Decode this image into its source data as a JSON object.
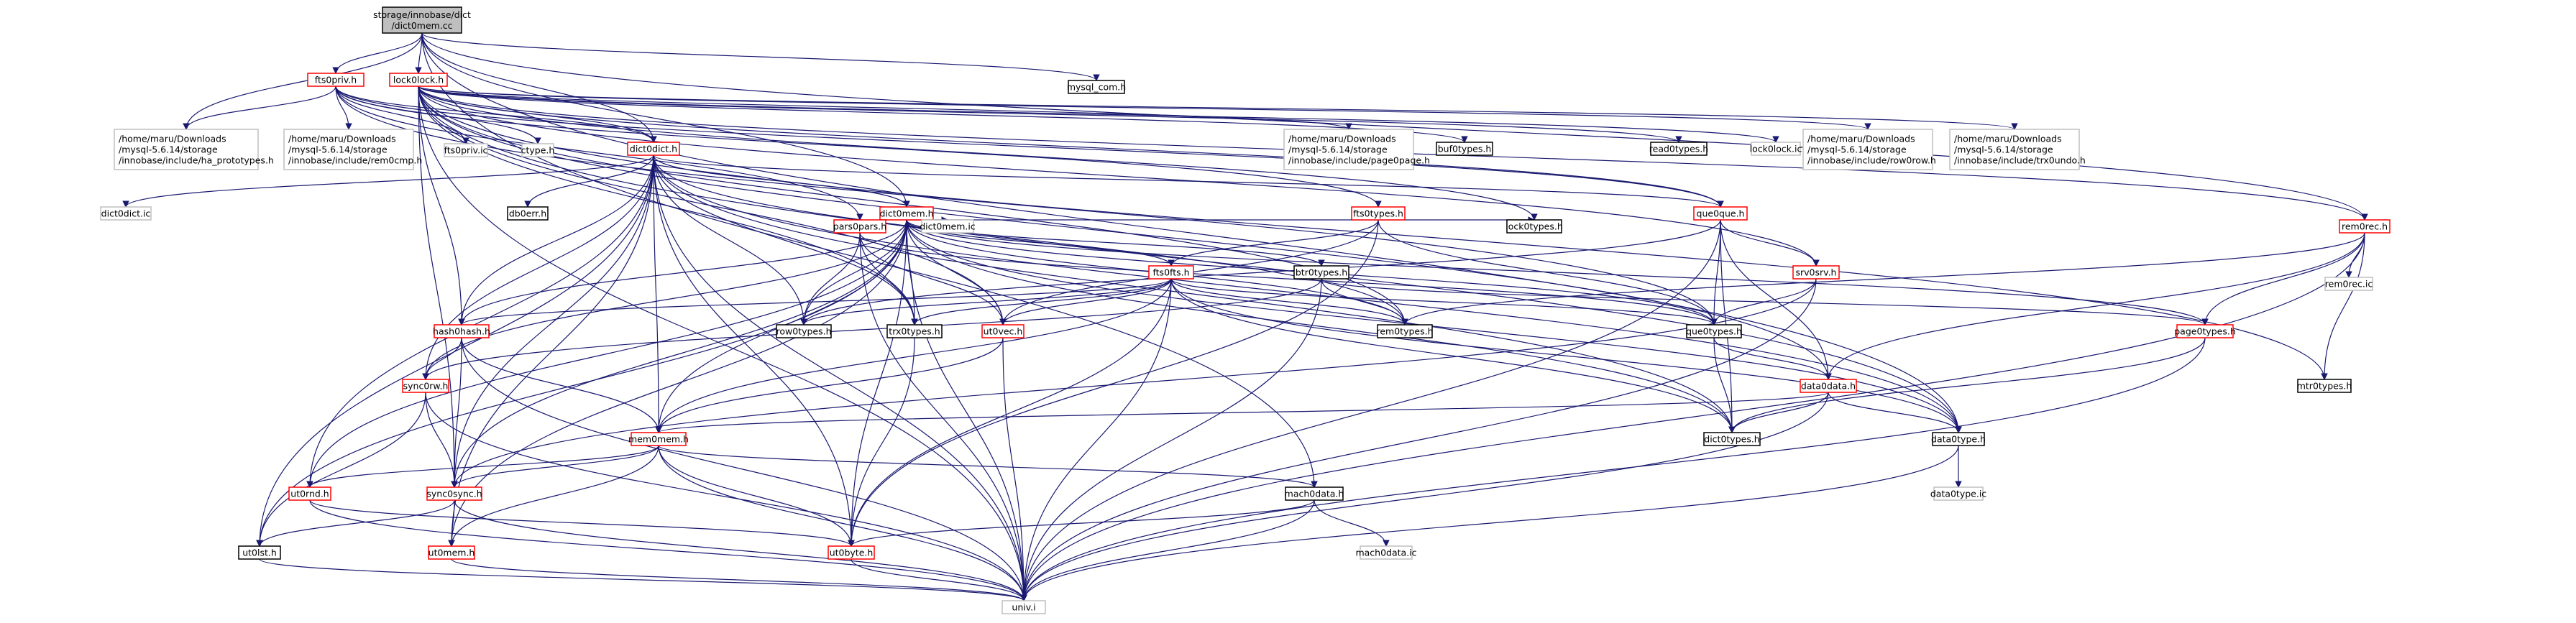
{
  "colors": {
    "edge": "#191970",
    "border_black": "#000000",
    "border_red": "#ff0000",
    "border_grey": "#bfbfbf",
    "root_fill": "#bfbfbf"
  },
  "nodes": [
    {
      "id": "root",
      "lines": [
        "storage/innobase/dict",
        "/dict0mem.cc"
      ],
      "style": "root"
    },
    {
      "id": "fts0priv",
      "lines": [
        "fts0priv.h"
      ],
      "style": "red"
    },
    {
      "id": "lock0lock",
      "lines": [
        "lock0lock.h"
      ],
      "style": "red"
    },
    {
      "id": "mysql_com",
      "lines": [
        "mysql_com.h"
      ],
      "style": "black"
    },
    {
      "id": "ha_prototypes",
      "lines": [
        "/home/maru/Downloads",
        "/mysql-5.6.14/storage",
        "/innobase/include/ha_prototypes.h"
      ],
      "style": "grey"
    },
    {
      "id": "rem0cmp",
      "lines": [
        "/home/maru/Downloads",
        "/mysql-5.6.14/storage",
        "/innobase/include/rem0cmp.h"
      ],
      "style": "grey"
    },
    {
      "id": "fts0priv_ic",
      "lines": [
        "fts0priv.ic"
      ],
      "style": "grey"
    },
    {
      "id": "ctype",
      "lines": [
        "ctype.h"
      ],
      "style": "grey"
    },
    {
      "id": "page0page",
      "lines": [
        "/home/maru/Downloads",
        "/mysql-5.6.14/storage",
        "/innobase/include/page0page.h"
      ],
      "style": "grey"
    },
    {
      "id": "buf0types",
      "lines": [
        "buf0types.h"
      ],
      "style": "black"
    },
    {
      "id": "read0types",
      "lines": [
        "read0types.h"
      ],
      "style": "black"
    },
    {
      "id": "lock0lock_ic",
      "lines": [
        "lock0lock.ic"
      ],
      "style": "grey"
    },
    {
      "id": "row0row",
      "lines": [
        "/home/maru/Downloads",
        "/mysql-5.6.14/storage",
        "/innobase/include/row0row.h"
      ],
      "style": "grey"
    },
    {
      "id": "trx0undo",
      "lines": [
        "/home/maru/Downloads",
        "/mysql-5.6.14/storage",
        "/innobase/include/trx0undo.h"
      ],
      "style": "grey"
    },
    {
      "id": "dict0dict",
      "lines": [
        "dict0dict.h"
      ],
      "style": "red"
    },
    {
      "id": "dict0dict_ic",
      "lines": [
        "dict0dict.ic"
      ],
      "style": "grey"
    },
    {
      "id": "db0err",
      "lines": [
        "db0err.h"
      ],
      "style": "black"
    },
    {
      "id": "dict0mem",
      "lines": [
        "dict0mem.h"
      ],
      "style": "red"
    },
    {
      "id": "fts0types",
      "lines": [
        "fts0types.h"
      ],
      "style": "red"
    },
    {
      "id": "que0que",
      "lines": [
        "que0que.h"
      ],
      "style": "red"
    },
    {
      "id": "rem0rec",
      "lines": [
        "rem0rec.h"
      ],
      "style": "red"
    },
    {
      "id": "pars0pars",
      "lines": [
        "pars0pars.h"
      ],
      "style": "red"
    },
    {
      "id": "dict0mem_ic",
      "lines": [
        "dict0mem.ic"
      ],
      "style": "grey"
    },
    {
      "id": "fts0fts",
      "lines": [
        "fts0fts.h"
      ],
      "style": "red"
    },
    {
      "id": "btr0types",
      "lines": [
        "btr0types.h"
      ],
      "style": "black"
    },
    {
      "id": "lock0types",
      "lines": [
        "lock0types.h"
      ],
      "style": "black"
    },
    {
      "id": "srv0srv",
      "lines": [
        "srv0srv.h"
      ],
      "style": "red"
    },
    {
      "id": "rem0rec_ic",
      "lines": [
        "rem0rec.ic"
      ],
      "style": "grey"
    },
    {
      "id": "hash0hash",
      "lines": [
        "hash0hash.h"
      ],
      "style": "red"
    },
    {
      "id": "row0types",
      "lines": [
        "row0types.h"
      ],
      "style": "black"
    },
    {
      "id": "trx0types",
      "lines": [
        "trx0types.h"
      ],
      "style": "black"
    },
    {
      "id": "ut0vec",
      "lines": [
        "ut0vec.h"
      ],
      "style": "red"
    },
    {
      "id": "rem0types",
      "lines": [
        "rem0types.h"
      ],
      "style": "black"
    },
    {
      "id": "que0types",
      "lines": [
        "que0types.h"
      ],
      "style": "black"
    },
    {
      "id": "page0types",
      "lines": [
        "page0types.h"
      ],
      "style": "red"
    },
    {
      "id": "mtr0types",
      "lines": [
        "mtr0types.h"
      ],
      "style": "black"
    },
    {
      "id": "sync0rw",
      "lines": [
        "sync0rw.h"
      ],
      "style": "red"
    },
    {
      "id": "data0data",
      "lines": [
        "data0data.h"
      ],
      "style": "red"
    },
    {
      "id": "mem0mem",
      "lines": [
        "mem0mem.h"
      ],
      "style": "red"
    },
    {
      "id": "dict0types",
      "lines": [
        "dict0types.h"
      ],
      "style": "black"
    },
    {
      "id": "data0type",
      "lines": [
        "data0type.h"
      ],
      "style": "black"
    },
    {
      "id": "ut0rnd",
      "lines": [
        "ut0rnd.h"
      ],
      "style": "red"
    },
    {
      "id": "sync0sync",
      "lines": [
        "sync0sync.h"
      ],
      "style": "red"
    },
    {
      "id": "mach0data",
      "lines": [
        "mach0data.h"
      ],
      "style": "black"
    },
    {
      "id": "data0type_ic",
      "lines": [
        "data0type.ic"
      ],
      "style": "grey"
    },
    {
      "id": "ut0lst",
      "lines": [
        "ut0lst.h"
      ],
      "style": "black"
    },
    {
      "id": "ut0mem",
      "lines": [
        "ut0mem.h"
      ],
      "style": "red"
    },
    {
      "id": "ut0byte",
      "lines": [
        "ut0byte.h"
      ],
      "style": "red"
    },
    {
      "id": "mach0data_ic",
      "lines": [
        "mach0data.ic"
      ],
      "style": "grey"
    },
    {
      "id": "univ",
      "lines": [
        "univ.i"
      ],
      "style": "grey"
    }
  ],
  "edges": [
    [
      "root",
      "fts0priv"
    ],
    [
      "root",
      "lock0lock"
    ],
    [
      "root",
      "mysql_com"
    ],
    [
      "root",
      "ha_prototypes"
    ],
    [
      "root",
      "dict0dict"
    ],
    [
      "root",
      "dict0mem"
    ],
    [
      "root",
      "rem0rec"
    ],
    [
      "root",
      "data0type"
    ],
    [
      "root",
      "mach0data"
    ],
    [
      "fts0priv",
      "ha_prototypes"
    ],
    [
      "fts0priv",
      "rem0cmp"
    ],
    [
      "fts0priv",
      "fts0priv_ic"
    ],
    [
      "fts0priv",
      "ctype"
    ],
    [
      "fts0priv",
      "dict0dict"
    ],
    [
      "fts0priv",
      "pars0pars"
    ],
    [
      "fts0priv",
      "que0que"
    ],
    [
      "fts0priv",
      "fts0types"
    ],
    [
      "fts0priv",
      "que0types"
    ],
    [
      "lock0lock",
      "page0page"
    ],
    [
      "lock0lock",
      "buf0types"
    ],
    [
      "lock0lock",
      "read0types"
    ],
    [
      "lock0lock",
      "lock0lock_ic"
    ],
    [
      "lock0lock",
      "row0row"
    ],
    [
      "lock0lock",
      "trx0undo"
    ],
    [
      "lock0lock",
      "dict0dict"
    ],
    [
      "lock0lock",
      "que0que"
    ],
    [
      "lock0lock",
      "lock0types"
    ],
    [
      "lock0lock",
      "srv0srv"
    ],
    [
      "lock0lock",
      "rem0rec"
    ],
    [
      "lock0lock",
      "hash0hash"
    ],
    [
      "lock0lock",
      "trx0types"
    ],
    [
      "lock0lock",
      "ut0vec"
    ],
    [
      "lock0lock",
      "mtr0types"
    ],
    [
      "lock0lock",
      "data0data"
    ],
    [
      "lock0lock",
      "data0type"
    ],
    [
      "lock0lock",
      "univ"
    ],
    [
      "lock0lock",
      "sync0sync"
    ],
    [
      "lock0lock",
      "rem0types"
    ],
    [
      "dict0dict",
      "dict0dict_ic"
    ],
    [
      "dict0dict",
      "db0err"
    ],
    [
      "dict0dict",
      "dict0mem"
    ],
    [
      "dict0dict",
      "que0que"
    ],
    [
      "dict0dict",
      "hash0hash"
    ],
    [
      "dict0dict",
      "row0types"
    ],
    [
      "dict0dict",
      "trx0types"
    ],
    [
      "dict0dict",
      "rem0types"
    ],
    [
      "dict0dict",
      "sync0rw"
    ],
    [
      "dict0dict",
      "mem0mem"
    ],
    [
      "dict0dict",
      "sync0sync"
    ],
    [
      "dict0dict",
      "ut0rnd"
    ],
    [
      "dict0dict",
      "ut0byte"
    ],
    [
      "dict0dict",
      "ut0mem"
    ],
    [
      "dict0dict",
      "ut0lst"
    ],
    [
      "dict0dict",
      "univ"
    ],
    [
      "dict0dict",
      "data0type"
    ],
    [
      "dict0dict",
      "dict0types"
    ],
    [
      "dict0mem",
      "dict0mem_ic"
    ],
    [
      "dict0mem",
      "fts0fts"
    ],
    [
      "dict0mem",
      "btr0types"
    ],
    [
      "dict0mem",
      "lock0types"
    ],
    [
      "dict0mem",
      "que0types"
    ],
    [
      "dict0mem",
      "page0types"
    ],
    [
      "dict0mem",
      "row0types"
    ],
    [
      "dict0mem",
      "trx0types"
    ],
    [
      "dict0mem",
      "rem0types"
    ],
    [
      "dict0mem",
      "hash0hash"
    ],
    [
      "dict0mem",
      "ut0vec"
    ],
    [
      "dict0mem",
      "sync0rw"
    ],
    [
      "dict0mem",
      "mem0mem"
    ],
    [
      "dict0mem",
      "ut0rnd"
    ],
    [
      "dict0mem",
      "ut0byte"
    ],
    [
      "dict0mem",
      "ut0lst"
    ],
    [
      "dict0mem",
      "univ"
    ],
    [
      "dict0mem",
      "data0type"
    ],
    [
      "dict0mem",
      "dict0types"
    ],
    [
      "dict0mem",
      "ut0mem"
    ],
    [
      "dict0mem",
      "sync0sync"
    ],
    [
      "fts0types",
      "fts0fts"
    ],
    [
      "fts0types",
      "que0types"
    ],
    [
      "fts0types",
      "ut0byte"
    ],
    [
      "fts0types",
      "ut0vec"
    ],
    [
      "que0que",
      "que0types"
    ],
    [
      "que0que",
      "srv0srv"
    ],
    [
      "que0que",
      "data0data"
    ],
    [
      "que0que",
      "dict0types"
    ],
    [
      "que0que",
      "row0types"
    ],
    [
      "que0que",
      "univ"
    ],
    [
      "rem0rec",
      "rem0rec_ic"
    ],
    [
      "rem0rec",
      "page0types"
    ],
    [
      "rem0rec",
      "mtr0types"
    ],
    [
      "rem0rec",
      "rem0types"
    ],
    [
      "rem0rec",
      "data0data"
    ],
    [
      "rem0rec",
      "univ"
    ],
    [
      "pars0pars",
      "row0types"
    ],
    [
      "pars0pars",
      "trx0types"
    ],
    [
      "pars0pars",
      "que0types"
    ],
    [
      "pars0pars",
      "ut0vec"
    ],
    [
      "pars0pars",
      "univ"
    ],
    [
      "fts0fts",
      "hash0hash"
    ],
    [
      "fts0fts",
      "row0types"
    ],
    [
      "fts0fts",
      "trx0types"
    ],
    [
      "fts0fts",
      "ut0vec"
    ],
    [
      "fts0fts",
      "rem0types"
    ],
    [
      "fts0fts",
      "que0types"
    ],
    [
      "fts0fts",
      "mem0mem"
    ],
    [
      "fts0fts",
      "dict0types"
    ],
    [
      "fts0fts",
      "data0type"
    ],
    [
      "fts0fts",
      "univ"
    ],
    [
      "fts0fts",
      "ut0byte"
    ],
    [
      "btr0types",
      "rem0types"
    ],
    [
      "btr0types",
      "page0types"
    ],
    [
      "btr0types",
      "sync0rw"
    ],
    [
      "btr0types",
      "univ"
    ],
    [
      "srv0srv",
      "que0types"
    ],
    [
      "srv0srv",
      "sync0sync"
    ],
    [
      "srv0srv",
      "univ"
    ],
    [
      "hash0hash",
      "sync0rw"
    ],
    [
      "hash0hash",
      "mem0mem"
    ],
    [
      "hash0hash",
      "sync0sync"
    ],
    [
      "hash0hash",
      "univ"
    ],
    [
      "trx0types",
      "ut0byte"
    ],
    [
      "ut0vec",
      "mem0mem"
    ],
    [
      "ut0vec",
      "univ"
    ],
    [
      "que0types",
      "data0data"
    ],
    [
      "que0types",
      "dict0types"
    ],
    [
      "page0types",
      "dict0types"
    ],
    [
      "page0types",
      "univ"
    ],
    [
      "sync0rw",
      "sync0sync"
    ],
    [
      "sync0rw",
      "ut0lst"
    ],
    [
      "sync0rw",
      "univ"
    ],
    [
      "data0data",
      "mem0mem"
    ],
    [
      "data0data",
      "dict0types"
    ],
    [
      "data0data",
      "data0type"
    ],
    [
      "data0data",
      "univ"
    ],
    [
      "mem0mem",
      "ut0rnd"
    ],
    [
      "mem0mem",
      "sync0sync"
    ],
    [
      "mem0mem",
      "ut0mem"
    ],
    [
      "mem0mem",
      "mach0data"
    ],
    [
      "mem0mem",
      "ut0byte"
    ],
    [
      "mem0mem",
      "univ"
    ],
    [
      "data0type",
      "data0type_ic"
    ],
    [
      "data0type",
      "univ"
    ],
    [
      "ut0rnd",
      "ut0byte"
    ],
    [
      "ut0rnd",
      "univ"
    ],
    [
      "sync0sync",
      "ut0lst"
    ],
    [
      "sync0sync",
      "ut0mem"
    ],
    [
      "sync0sync",
      "univ"
    ],
    [
      "mach0data",
      "ut0byte"
    ],
    [
      "mach0data",
      "mach0data_ic"
    ],
    [
      "mach0data",
      "univ"
    ],
    [
      "ut0lst",
      "univ"
    ],
    [
      "ut0mem",
      "univ"
    ],
    [
      "ut0byte",
      "univ"
    ]
  ]
}
